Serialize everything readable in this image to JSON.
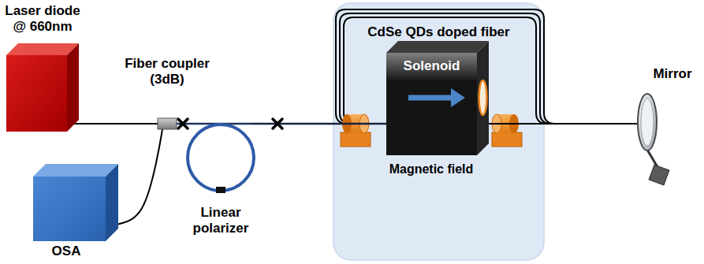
{
  "diagram": {
    "nodes": [
      {
        "text": [
          "Laser diode @ 660nm"
        ]
      },
      {
        "text": [
          "Fiber coupler (3dB)"
        ]
      },
      {
        "text": [
          "OSA"
        ]
      },
      {
        "text": [
          "Linear polarizer"
        ]
      },
      {
        "text": [
          "CdSe QDs doped fiber"
        ]
      },
      {
        "text": [
          "Solenoid"
        ],
        "in": 4
      },
      {
        "text": [
          "Mirror"
        ]
      }
    ],
    "edges": [
      {
        "from": 0,
        "to": 1,
        "arrow": "none"
      },
      {
        "from": 1,
        "to": 2,
        "arrow": "none"
      },
      {
        "from": 1,
        "to": 3,
        "arrow": "none"
      },
      {
        "from": 3,
        "to": 5,
        "arrow": "none"
      },
      {
        "from": 5,
        "to": 6,
        "arrow": "none"
      }
    ],
    "labels": [
      "Magnetic field"
    ]
  }
}
